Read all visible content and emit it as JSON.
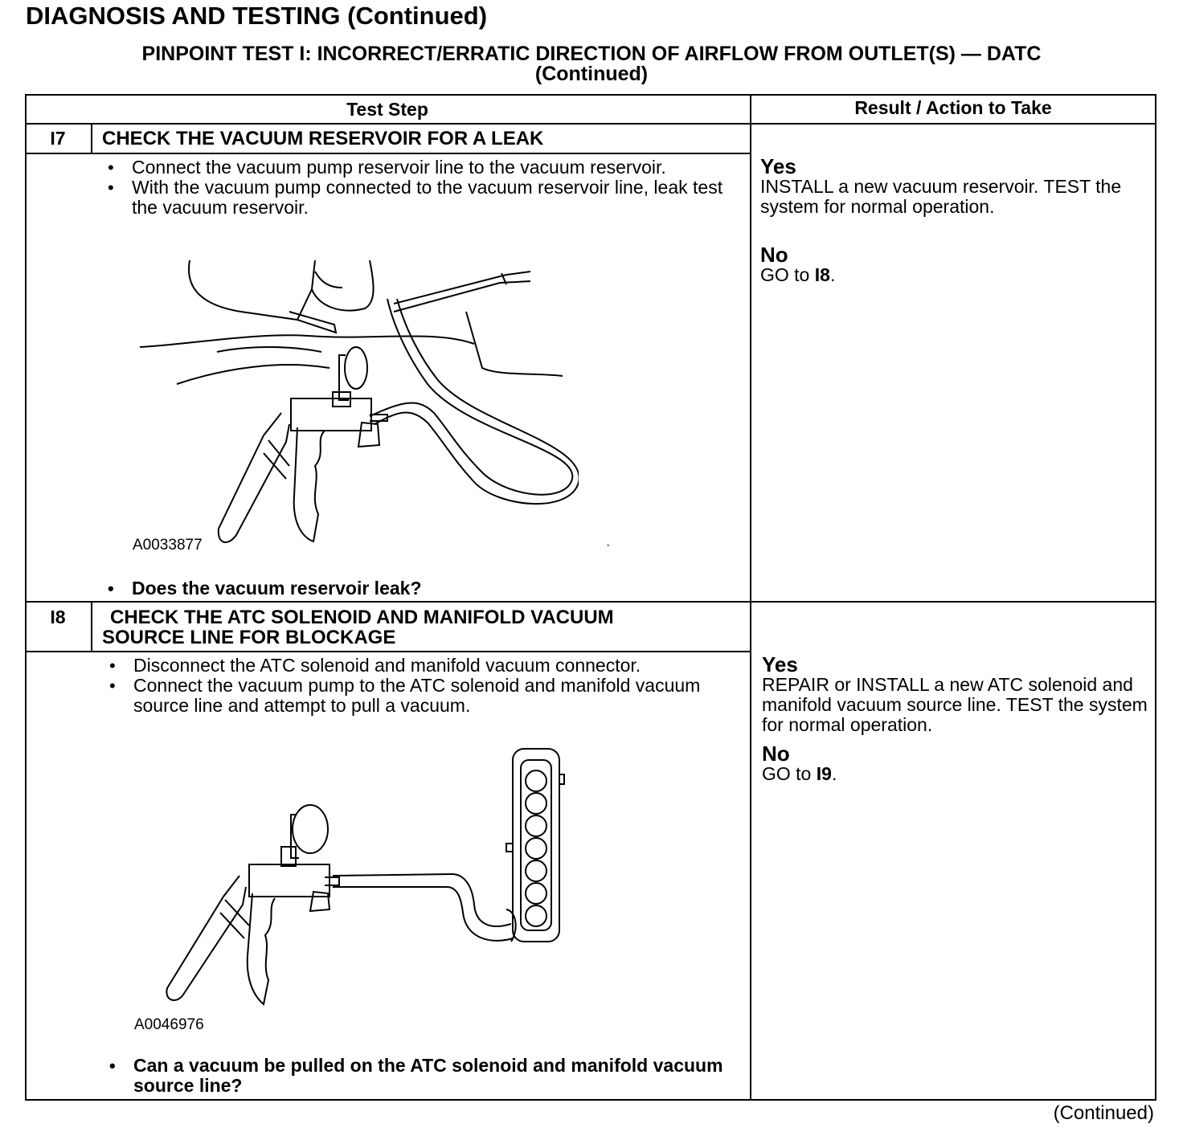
{
  "page_title": "DIAGNOSIS AND TESTING (Continued)",
  "test_title_line1": "PINPOINT TEST I: INCORRECT/ERRATIC DIRECTION OF AIRFLOW FROM OUTLET(S) — DATC",
  "test_title_line2": "(Continued)",
  "table": {
    "col_test_step": "Test Step",
    "col_result": "Result / Action to Take"
  },
  "steps": [
    {
      "number": "I7",
      "heading": "CHECK THE VACUUM RESERVOIR FOR A LEAK",
      "instructions": [
        "Connect the vacuum pump reservoir line to the vacuum reservoir.",
        "With the vacuum pump connected to the vacuum reservoir line, leak test the vacuum reservoir."
      ],
      "figure_code": "A0033877",
      "question": "Does the vacuum reservoir leak?",
      "yes_label": "Yes",
      "yes_text": "INSTALL a new vacuum reservoir. TEST the system for normal operation.",
      "no_label": "No",
      "no_prefix": "GO to ",
      "no_target": "I8",
      "no_suffix": "."
    },
    {
      "number": "I8",
      "heading_line1": "CHECK THE ATC SOLENOID AND MANIFOLD VACUUM",
      "heading_line2": "SOURCE LINE FOR BLOCKAGE",
      "instructions": [
        "Disconnect the ATC solenoid and manifold vacuum connector.",
        "Connect the vacuum pump to the ATC solenoid and manifold vacuum source line and attempt to pull a vacuum."
      ],
      "figure_code": "A0046976",
      "question": "Can a vacuum be pulled on the ATC solenoid and manifold vacuum source line?",
      "yes_label": "Yes",
      "yes_text": "REPAIR or INSTALL a new ATC solenoid and manifold vacuum source line. TEST the system for normal operation.",
      "no_label": "No",
      "no_prefix": "GO to ",
      "no_target": "I9",
      "no_suffix": "."
    }
  ],
  "footer_continued": "(Continued)"
}
